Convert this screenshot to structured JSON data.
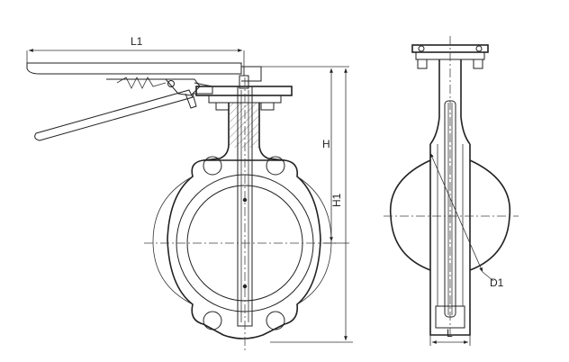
{
  "labels": {
    "l1": "L1",
    "h": "H",
    "h1": "H1",
    "d1": "D1",
    "l": "L"
  },
  "colors": {
    "line": "#222222",
    "hatch": "#555555",
    "background": "#ffffff"
  }
}
